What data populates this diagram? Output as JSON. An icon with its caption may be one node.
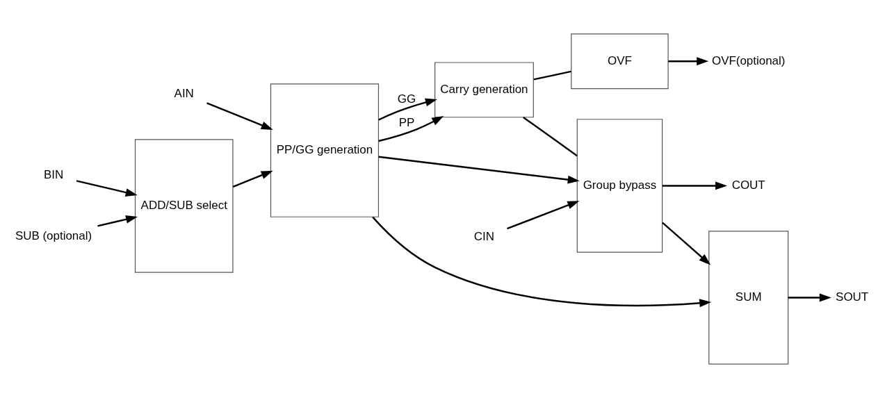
{
  "diagram": {
    "nodes": [
      {
        "text": [
          "BIN"
        ]
      },
      {
        "text": [
          "SUB (optional)"
        ]
      },
      {
        "text": [
          "AIN"
        ]
      },
      {
        "text": [
          "ADD/SUB select"
        ]
      },
      {
        "text": [
          "PP/GG generation"
        ]
      },
      {
        "text": [
          "OVF(optional)"
        ]
      },
      {
        "text": [
          "OVF"
        ]
      },
      {
        "text": [
          "Carry generation"
        ]
      },
      {
        "text": [
          "COUT"
        ]
      },
      {
        "text": [
          "Group bypass"
        ]
      },
      {
        "text": [
          "SUM"
        ]
      },
      {
        "text": [
          "SOUT"
        ]
      },
      {
        "text": [
          "CIN"
        ]
      }
    ],
    "edges": [
      {
        "from": 0,
        "to": 3,
        "arrow": "to"
      },
      {
        "from": 1,
        "to": 3,
        "arrow": "to"
      },
      {
        "from": 2,
        "to": 4,
        "arrow": "to"
      },
      {
        "from": 3,
        "to": 4,
        "arrow": "to"
      },
      {
        "from": 4,
        "to": 7,
        "arrow": "to",
        "label": "GG"
      },
      {
        "from": 4,
        "to": 7,
        "arrow": "to",
        "label": "PP"
      },
      {
        "from": 4,
        "to": 9,
        "arrow": "to"
      },
      {
        "from": 4,
        "to": 10,
        "arrow": "to"
      },
      {
        "from": 7,
        "to": 6,
        "arrow": "none"
      },
      {
        "from": 6,
        "to": 5,
        "arrow": "to"
      },
      {
        "from": 7,
        "to": 9,
        "arrow": "none"
      },
      {
        "from": 9,
        "to": 8,
        "arrow": "to"
      },
      {
        "from": 9,
        "to": 10,
        "arrow": "to"
      },
      {
        "from": 10,
        "to": 11,
        "arrow": "to"
      },
      {
        "from": 12,
        "to": 9,
        "arrow": "to"
      }
    ]
  }
}
